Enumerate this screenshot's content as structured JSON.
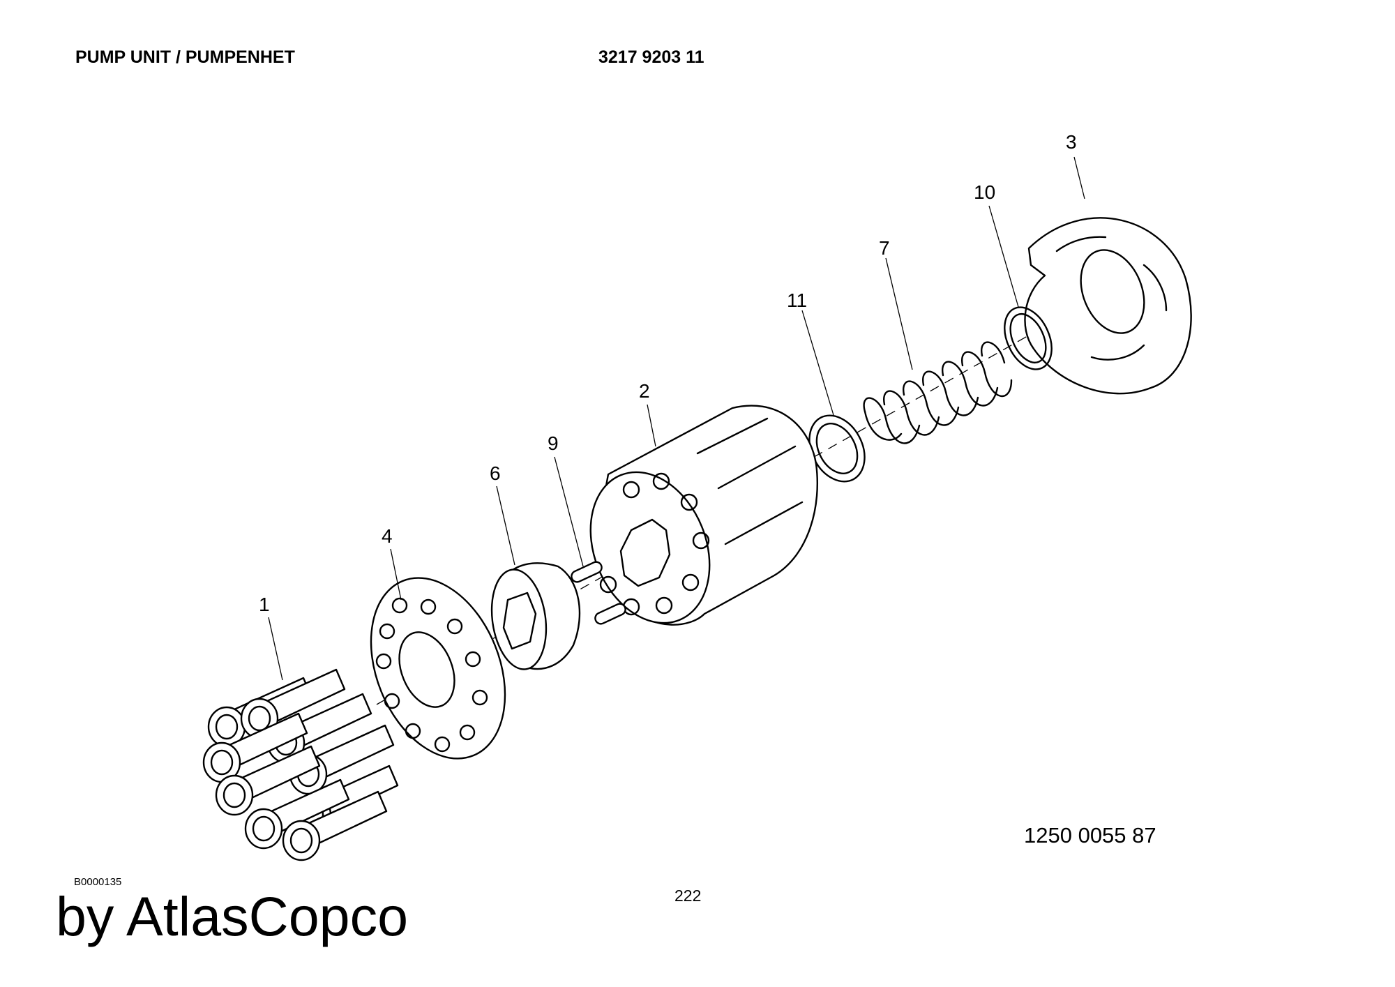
{
  "header": {
    "title": "PUMP UNIT / PUMPENHET",
    "part_number": "3217 9203 11"
  },
  "diagram": {
    "callouts": {
      "c1": "1",
      "c2": "2",
      "c3": "3",
      "c4": "4",
      "c6": "6",
      "c7": "7",
      "c9": "9",
      "c10": "10",
      "c11": "11"
    },
    "drawing_number": "1250 0055 87"
  },
  "footer": {
    "code": "B0000135",
    "page": "222",
    "brand": "by AtlasCopco"
  }
}
